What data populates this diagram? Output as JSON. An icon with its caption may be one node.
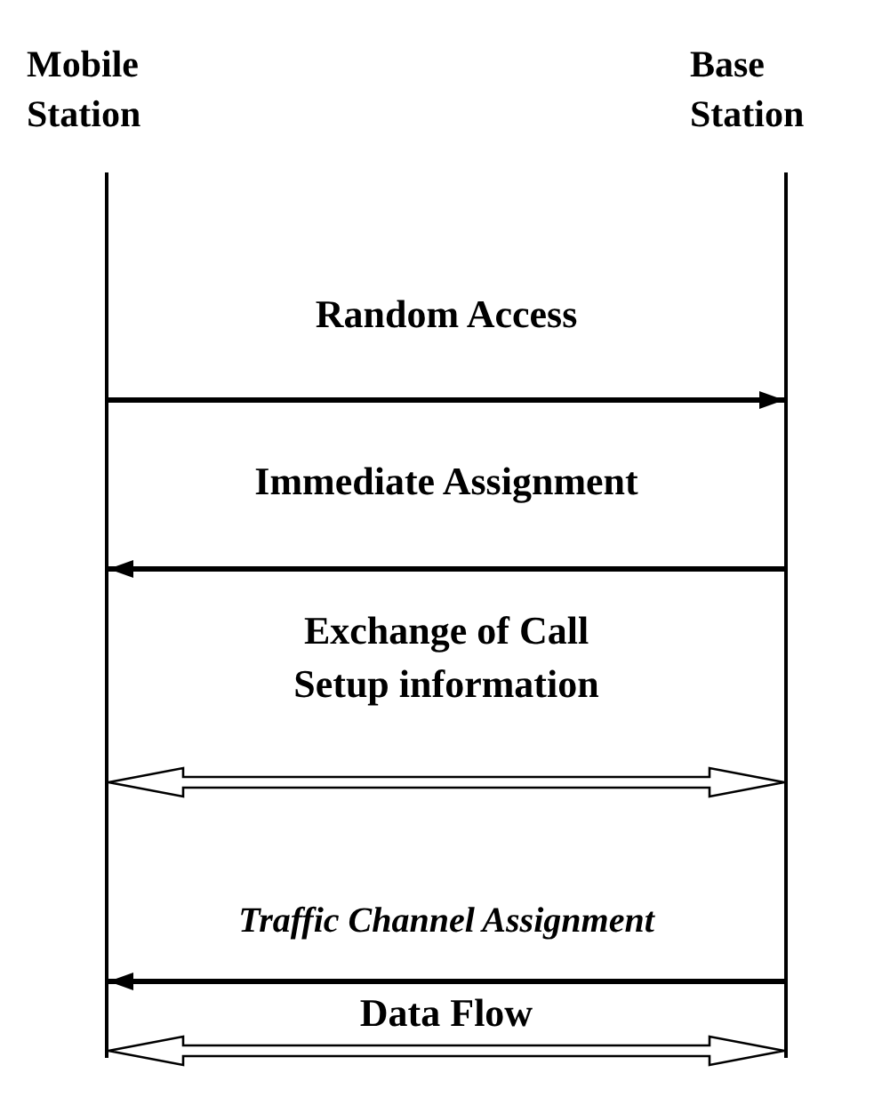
{
  "diagram": {
    "nodes": [
      {
        "text": [
          "Mobile Station"
        ]
      },
      {
        "text": [
          "Base Station"
        ]
      },
      {
        "text": [],
        "shape": "bar"
      },
      {
        "text": [],
        "shape": "bar"
      }
    ],
    "edges": [
      {
        "from": 2,
        "to": 3,
        "arrow": "to",
        "label": "Random Access"
      },
      {
        "from": 3,
        "to": 2,
        "arrow": "to",
        "label": "Immediate Assignment"
      },
      {
        "from": 2,
        "to": 3,
        "arrow": "both",
        "label": "Exchange of Call Setup information",
        "style": "thick"
      },
      {
        "from": 3,
        "to": 2,
        "arrow": "to",
        "label": "Traffic Channel Assignment"
      },
      {
        "from": 2,
        "to": 3,
        "arrow": "both",
        "label": "Data Flow",
        "style": "thick"
      }
    ]
  }
}
